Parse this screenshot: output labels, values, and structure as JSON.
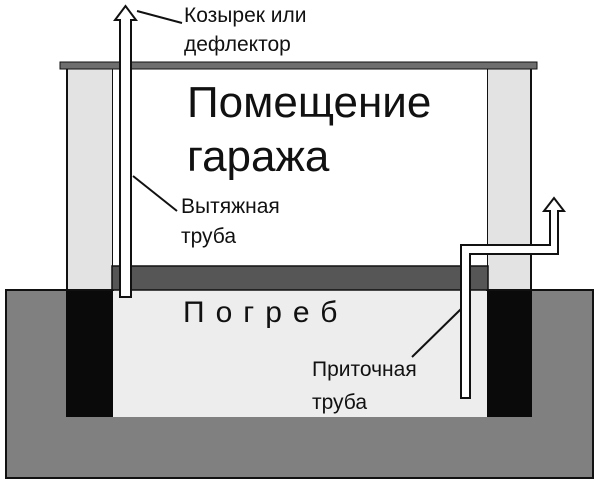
{
  "labels": {
    "cap": [
      "Козырек или",
      "дефлектор"
    ],
    "room": [
      "Помещение",
      "гаража"
    ],
    "exhaust": [
      "Вытяжная",
      "труба"
    ],
    "cellar": "Погреб",
    "supply": [
      "Приточная",
      "труба"
    ]
  },
  "colors": {
    "ground": "#808080",
    "walls": "#e3e3e3",
    "floor_slab": "#565656",
    "cellar_walls": "#0a0a0a",
    "cellar_space": "#ededed",
    "roof": "#6e6e6e",
    "outline": "#111111",
    "pipe": "#ffffff"
  }
}
